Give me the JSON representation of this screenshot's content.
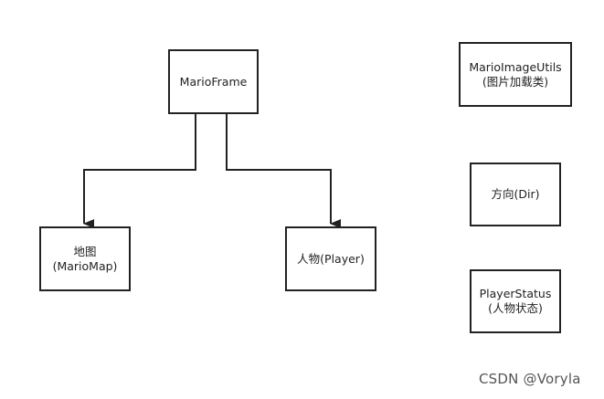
{
  "nodes": {
    "mario_frame": {
      "line1": "MarioFrame"
    },
    "map": {
      "line1": "地图",
      "line2": "(MarioMap)"
    },
    "player": {
      "line1": "人物(Player)"
    },
    "image_utils": {
      "line1": "MarioImageUtils",
      "line2": "(图片加载类)"
    },
    "dir": {
      "line1": "方向(Dir)"
    },
    "player_status": {
      "line1": "PlayerStatus",
      "line2": "(人物状态)"
    }
  },
  "edges": [
    {
      "from": "MarioFrame",
      "to": "地图(MarioMap)"
    },
    {
      "from": "MarioFrame",
      "to": "人物(Player)"
    }
  ],
  "colors": {
    "stroke": "#222222",
    "background": "#ffffff",
    "watermark": "#555555"
  },
  "watermark": "CSDN @Voryla"
}
